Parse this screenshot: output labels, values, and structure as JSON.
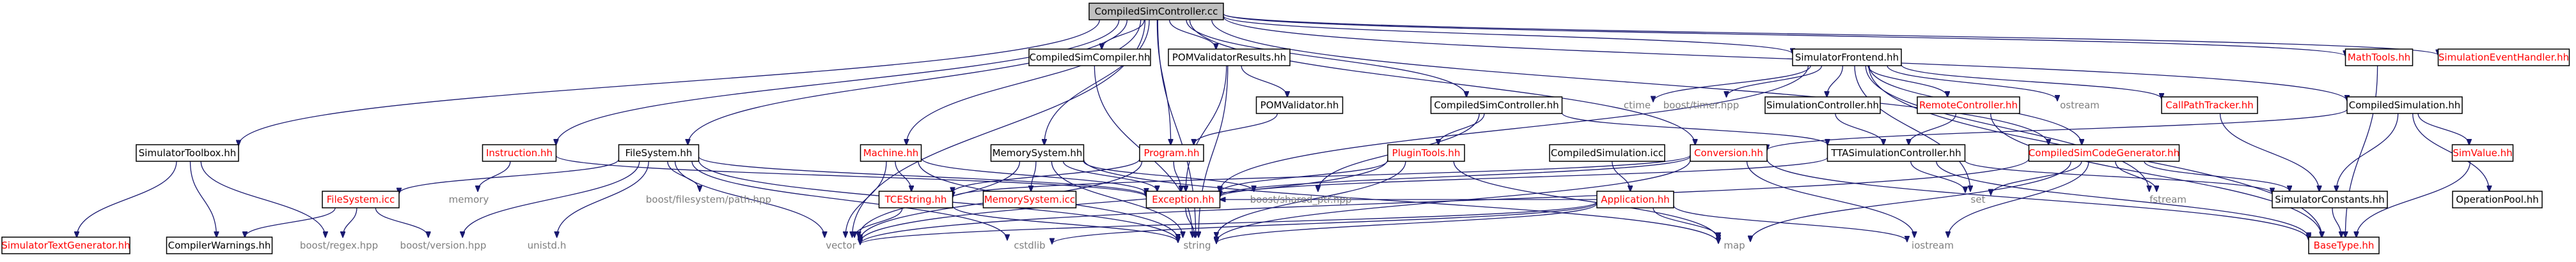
{
  "colors": {
    "edge": "#191970",
    "root_fill": "#bfbfbf",
    "red_text": "#ff0000",
    "system_text": "#7f7f7f"
  },
  "nodes": [
    {
      "id": "root",
      "label": "CompiledSimController.cc",
      "kind": "root"
    },
    {
      "id": "compiledsimcompiler",
      "label": "CompiledSimCompiler.hh",
      "kind": "doc"
    },
    {
      "id": "pomvalidatorresults",
      "label": "POMValidatorResults.hh",
      "kind": "doc"
    },
    {
      "id": "simulatorfrontend",
      "label": "SimulatorFrontend.hh",
      "kind": "doc"
    },
    {
      "id": "mathtools",
      "label": "MathTools.hh",
      "kind": "red"
    },
    {
      "id": "simeventhandler",
      "label": "SimulationEventHandler.hh",
      "kind": "red"
    },
    {
      "id": "pomvalidator",
      "label": "POMValidator.hh",
      "kind": "doc"
    },
    {
      "id": "compiledsimcontroller_hh",
      "label": "CompiledSimController.hh",
      "kind": "doc"
    },
    {
      "id": "ctime",
      "label": "ctime",
      "kind": "plain"
    },
    {
      "id": "boosttimer",
      "label": "boost/timer.hpp",
      "kind": "plain"
    },
    {
      "id": "simulationcontroller",
      "label": "SimulationController.hh",
      "kind": "doc"
    },
    {
      "id": "remotecontroller",
      "label": "RemoteController.hh",
      "kind": "red"
    },
    {
      "id": "ostream",
      "label": "ostream",
      "kind": "plain"
    },
    {
      "id": "callpathtracker",
      "label": "CallPathTracker.hh",
      "kind": "red"
    },
    {
      "id": "compiledsimulation_hh",
      "label": "CompiledSimulation.hh",
      "kind": "doc"
    },
    {
      "id": "simulatortoolbox",
      "label": "SimulatorToolbox.hh",
      "kind": "doc"
    },
    {
      "id": "instruction",
      "label": "Instruction.hh",
      "kind": "red"
    },
    {
      "id": "filesystem",
      "label": "FileSystem.hh",
      "kind": "doc"
    },
    {
      "id": "machine",
      "label": "Machine.hh",
      "kind": "red"
    },
    {
      "id": "memorysystem",
      "label": "MemorySystem.hh",
      "kind": "doc"
    },
    {
      "id": "program",
      "label": "Program.hh",
      "kind": "red"
    },
    {
      "id": "plugintools",
      "label": "PluginTools.hh",
      "kind": "red"
    },
    {
      "id": "compiledsimulation_icc",
      "label": "CompiledSimulation.icc",
      "kind": "doc"
    },
    {
      "id": "conversion",
      "label": "Conversion.hh",
      "kind": "red"
    },
    {
      "id": "ttasimcontroller",
      "label": "TTASimulationController.hh",
      "kind": "doc"
    },
    {
      "id": "compiledsimcodegen",
      "label": "CompiledSimCodeGenerator.hh",
      "kind": "red"
    },
    {
      "id": "simvalue",
      "label": "SimValue.hh",
      "kind": "red"
    },
    {
      "id": "memory",
      "label": "memory",
      "kind": "plain"
    },
    {
      "id": "filesystem_icc",
      "label": "FileSystem.icc",
      "kind": "red"
    },
    {
      "id": "boostfspath",
      "label": "boost/filesystem/path.hpp",
      "kind": "plain"
    },
    {
      "id": "memorysystem_icc",
      "label": "MemorySystem.icc",
      "kind": "red"
    },
    {
      "id": "tcestring",
      "label": "TCEString.hh",
      "kind": "red"
    },
    {
      "id": "exception",
      "label": "Exception.hh",
      "kind": "red"
    },
    {
      "id": "boostsharedptr",
      "label": "boost/shared_ptr.hpp",
      "kind": "plain"
    },
    {
      "id": "application",
      "label": "Application.hh",
      "kind": "red"
    },
    {
      "id": "set",
      "label": "set",
      "kind": "plain"
    },
    {
      "id": "fstream",
      "label": "fstream",
      "kind": "plain"
    },
    {
      "id": "simconstants",
      "label": "SimulatorConstants.hh",
      "kind": "doc"
    },
    {
      "id": "operationpool",
      "label": "OperationPool.hh",
      "kind": "doc"
    },
    {
      "id": "simtextgen",
      "label": "SimulatorTextGenerator.hh",
      "kind": "red"
    },
    {
      "id": "compilerwarnings",
      "label": "CompilerWarnings.hh",
      "kind": "doc"
    },
    {
      "id": "boostregex",
      "label": "boost/regex.hpp",
      "kind": "plain"
    },
    {
      "id": "boostversion",
      "label": "boost/version.hpp",
      "kind": "plain"
    },
    {
      "id": "unistd",
      "label": "unistd.h",
      "kind": "plain"
    },
    {
      "id": "vector",
      "label": "vector",
      "kind": "plain"
    },
    {
      "id": "cstdlib",
      "label": "cstdlib",
      "kind": "plain"
    },
    {
      "id": "string",
      "label": "string",
      "kind": "plain"
    },
    {
      "id": "map",
      "label": "map",
      "kind": "plain"
    },
    {
      "id": "iostream",
      "label": "iostream",
      "kind": "plain"
    },
    {
      "id": "basetype",
      "label": "BaseType.hh",
      "kind": "red"
    }
  ],
  "edges": [
    [
      "root",
      "compiledsimcompiler"
    ],
    [
      "root",
      "pomvalidatorresults"
    ],
    [
      "root",
      "simulatorfrontend"
    ],
    [
      "root",
      "mathtools"
    ],
    [
      "root",
      "simeventhandler"
    ],
    [
      "root",
      "compiledsimcontroller_hh"
    ],
    [
      "root",
      "compiledsimulation_hh"
    ],
    [
      "root",
      "simulatortoolbox"
    ],
    [
      "root",
      "instruction"
    ],
    [
      "root",
      "filesystem"
    ],
    [
      "root",
      "machine"
    ],
    [
      "root",
      "memorysystem"
    ],
    [
      "root",
      "program"
    ],
    [
      "root",
      "conversion"
    ],
    [
      "root",
      "compiledsimcodegen"
    ],
    [
      "root",
      "vector"
    ],
    [
      "root",
      "string"
    ],
    [
      "pomvalidatorresults",
      "pomvalidator"
    ],
    [
      "pomvalidatorresults",
      "exception"
    ],
    [
      "pomvalidatorresults",
      "string"
    ],
    [
      "pomvalidator",
      "program"
    ],
    [
      "compiledsimcompiler",
      "string"
    ],
    [
      "simulatorfrontend",
      "simulationcontroller"
    ],
    [
      "simulatorfrontend",
      "remotecontroller"
    ],
    [
      "simulatorfrontend",
      "callpathtracker"
    ],
    [
      "simulatorfrontend",
      "ctime"
    ],
    [
      "simulatorfrontend",
      "boosttimer"
    ],
    [
      "simulatorfrontend",
      "ostream"
    ],
    [
      "simulatorfrontend",
      "set"
    ],
    [
      "simulatorfrontend",
      "fstream"
    ],
    [
      "simulatorfrontend",
      "basetype"
    ],
    [
      "simulatorfrontend",
      "exception"
    ],
    [
      "simulatorfrontend",
      "compiledsimcodegen"
    ],
    [
      "simulationcontroller",
      "ttasimcontroller"
    ],
    [
      "remotecontroller",
      "ttasimcontroller"
    ],
    [
      "remotecontroller",
      "basetype"
    ],
    [
      "callpathtracker",
      "simconstants"
    ],
    [
      "compiledsimcontroller_hh",
      "plugintools"
    ],
    [
      "compiledsimcontroller_hh",
      "ttasimcontroller"
    ],
    [
      "compiledsimcontroller_hh",
      "boostsharedptr"
    ],
    [
      "compiledsimulation_hh",
      "simvalue"
    ],
    [
      "compiledsimulation_hh",
      "simconstants"
    ],
    [
      "compiledsimulation_hh",
      "operationpool"
    ],
    [
      "compiledsimulation_hh",
      "conversion"
    ],
    [
      "simvalue",
      "basetype"
    ],
    [
      "mathtools",
      "basetype"
    ],
    [
      "ttasimcontroller",
      "set"
    ],
    [
      "ttasimcontroller",
      "simconstants"
    ],
    [
      "ttasimcontroller",
      "basetype"
    ],
    [
      "ttasimcontroller",
      "exception"
    ],
    [
      "compiledsimcodegen",
      "set"
    ],
    [
      "compiledsimcodegen",
      "fstream"
    ],
    [
      "compiledsimcodegen",
      "simconstants"
    ],
    [
      "compiledsimcodegen",
      "map"
    ],
    [
      "compiledsimcodegen",
      "iostream"
    ],
    [
      "compiledsimcodegen",
      "vector"
    ],
    [
      "simconstants",
      "basetype"
    ],
    [
      "simulatortoolbox",
      "simtextgen"
    ],
    [
      "simulatortoolbox",
      "compilerwarnings"
    ],
    [
      "simulatortoolbox",
      "boostregex"
    ],
    [
      "instruction",
      "memory"
    ],
    [
      "instruction",
      "exception"
    ],
    [
      "filesystem",
      "filesystem_icc"
    ],
    [
      "filesystem",
      "boostfspath"
    ],
    [
      "filesystem",
      "exception"
    ],
    [
      "filesystem",
      "vector"
    ],
    [
      "filesystem",
      "string"
    ],
    [
      "filesystem",
      "unistd"
    ],
    [
      "filesystem",
      "boostversion"
    ],
    [
      "filesystem",
      "cstdlib"
    ],
    [
      "filesystem_icc",
      "compilerwarnings"
    ],
    [
      "filesystem_icc",
      "boostregex"
    ],
    [
      "filesystem_icc",
      "boostversion"
    ],
    [
      "machine",
      "exception"
    ],
    [
      "machine",
      "tcestring"
    ],
    [
      "machine",
      "vector"
    ],
    [
      "machine",
      "string"
    ],
    [
      "memorysystem",
      "memorysystem_icc"
    ],
    [
      "memorysystem",
      "exception"
    ],
    [
      "memorysystem",
      "vector"
    ],
    [
      "memorysystem",
      "string"
    ],
    [
      "memorysystem",
      "boostsharedptr"
    ],
    [
      "memorysystem",
      "map"
    ],
    [
      "program",
      "exception"
    ],
    [
      "program",
      "vector"
    ],
    [
      "program",
      "tcestring"
    ],
    [
      "plugintools",
      "exception"
    ],
    [
      "plugintools",
      "vector"
    ],
    [
      "plugintools",
      "string"
    ],
    [
      "plugintools",
      "map"
    ],
    [
      "compiledsimulation_icc",
      "application"
    ],
    [
      "conversion",
      "tcestring"
    ],
    [
      "conversion",
      "exception"
    ],
    [
      "conversion",
      "string"
    ],
    [
      "conversion",
      "iostream"
    ],
    [
      "conversion",
      "basetype"
    ],
    [
      "tcestring",
      "string"
    ],
    [
      "tcestring",
      "vector"
    ],
    [
      "application",
      "string"
    ],
    [
      "application",
      "vector"
    ],
    [
      "application",
      "iostream"
    ],
    [
      "application",
      "map"
    ],
    [
      "application",
      "cstdlib"
    ],
    [
      "application",
      "exception"
    ],
    [
      "exception",
      "string"
    ]
  ]
}
